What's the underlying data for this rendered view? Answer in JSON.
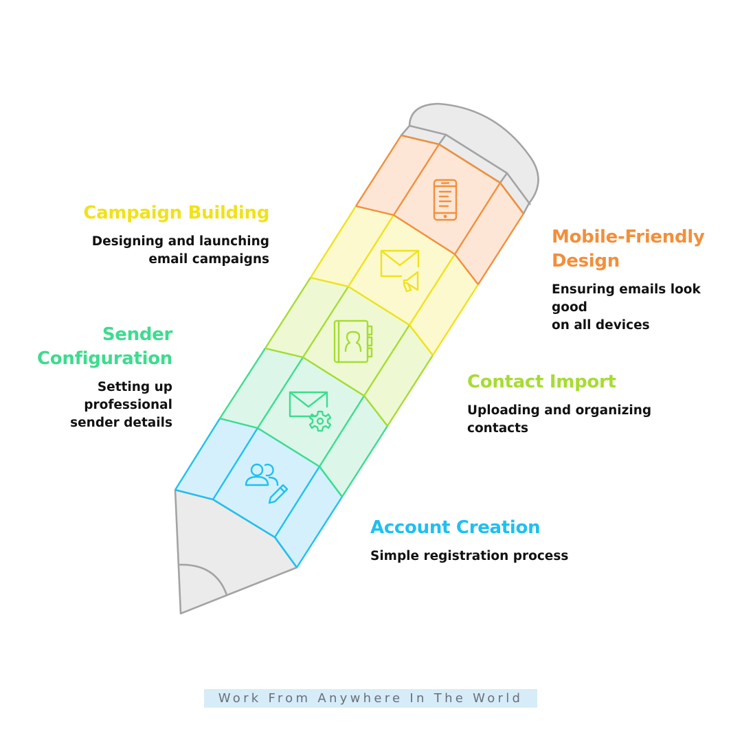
{
  "steps": [
    {
      "title": "Account Creation",
      "description": [
        "Simple registration process"
      ],
      "color": "#1ec0f0",
      "fill": "#d3f0fc",
      "icon": "users-edit-icon"
    },
    {
      "title": "Sender Configuration",
      "title_lines": [
        "Sender",
        "Configuration"
      ],
      "description": [
        "Setting up professional",
        "sender details"
      ],
      "color": "#3ddc8e",
      "fill": "#dcf7ea",
      "icon": "mail-settings-icon"
    },
    {
      "title": "Contact Import",
      "description": [
        "Uploading and organizing",
        "contacts"
      ],
      "color": "#a6dc32",
      "fill": "#eef9d4",
      "icon": "contact-book-icon"
    },
    {
      "title": "Campaign Building",
      "description": [
        "Designing and launching",
        "email campaigns"
      ],
      "color": "#f0e21a",
      "fill": "#fdf9ce",
      "icon": "mail-megaphone-icon"
    },
    {
      "title": "Mobile-Friendly Design",
      "title_lines": [
        "Mobile-Friendly",
        "Design"
      ],
      "description": [
        "Ensuring emails look good",
        "on all devices"
      ],
      "color": "#f28f3b",
      "fill": "#fde6d6",
      "icon": "smartphone-icon"
    }
  ],
  "footer": "Work From Anywhere In The World",
  "colors": {
    "outline_gray": "#a3a3a3",
    "tip_fill": "#ebebeb",
    "footer_bg": "#d6ecf8",
    "footer_text": "#6a6f78"
  }
}
